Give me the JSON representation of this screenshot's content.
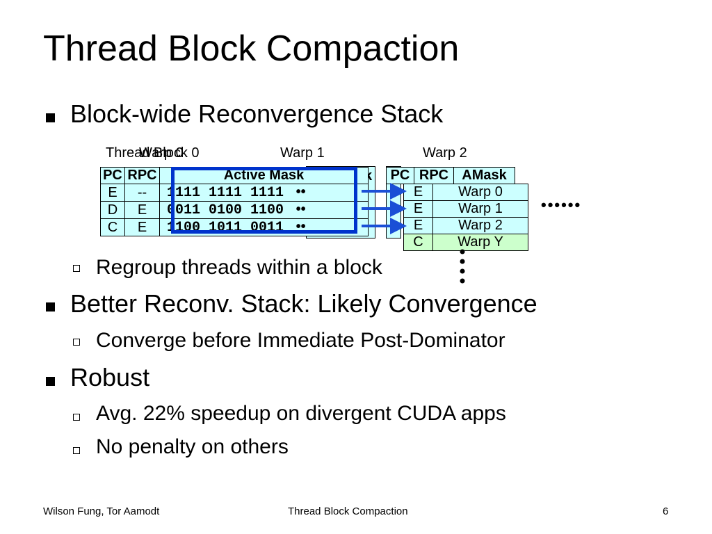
{
  "slide": {
    "title": "Thread Block Compaction",
    "bullets": [
      "Block-wide Reconvergence Stack",
      "Regroup threads within a block",
      "Better Reconv. Stack: Likely Convergence",
      "Converge before Immediate Post-Dominator",
      "Robust",
      "Avg. 22% speedup on divergent CUDA apps",
      "No penalty on others"
    ]
  },
  "diagram": {
    "label_thread_block": "Thread Block 0",
    "label_warp0": "Warp 0",
    "label_warp1": "Warp 1",
    "label_warp2": "Warp 2",
    "left_table": {
      "headers": [
        "PC",
        "RPC",
        "Active Mask"
      ],
      "rows": [
        [
          "E",
          "--",
          "1111 1111 1111"
        ],
        [
          "D",
          "E",
          "0011 0100 1100"
        ],
        [
          "C",
          "E",
          "1100 1011 0011"
        ]
      ]
    },
    "mid_header_fragment": "k",
    "right_table": {
      "headers": [
        "PC",
        "RPC",
        "AMask"
      ],
      "rows": [
        [
          "E",
          "Warp 0"
        ],
        [
          "E",
          "Warp 1"
        ],
        [
          "E",
          "Warp 2"
        ],
        [
          "C",
          "Warp Y"
        ]
      ]
    },
    "row_ellipsis": "••",
    "horizontal_ellipsis": "••••••",
    "colors": {
      "table_fill": "#ccffff",
      "highlight_border": "#0033cc",
      "arrow": "#1a4fd6",
      "warp_y_fill": "#ccffcc"
    }
  },
  "footer": {
    "authors": "Wilson Fung, Tor Aamodt",
    "center": "Thread Block Compaction",
    "page": "6"
  }
}
